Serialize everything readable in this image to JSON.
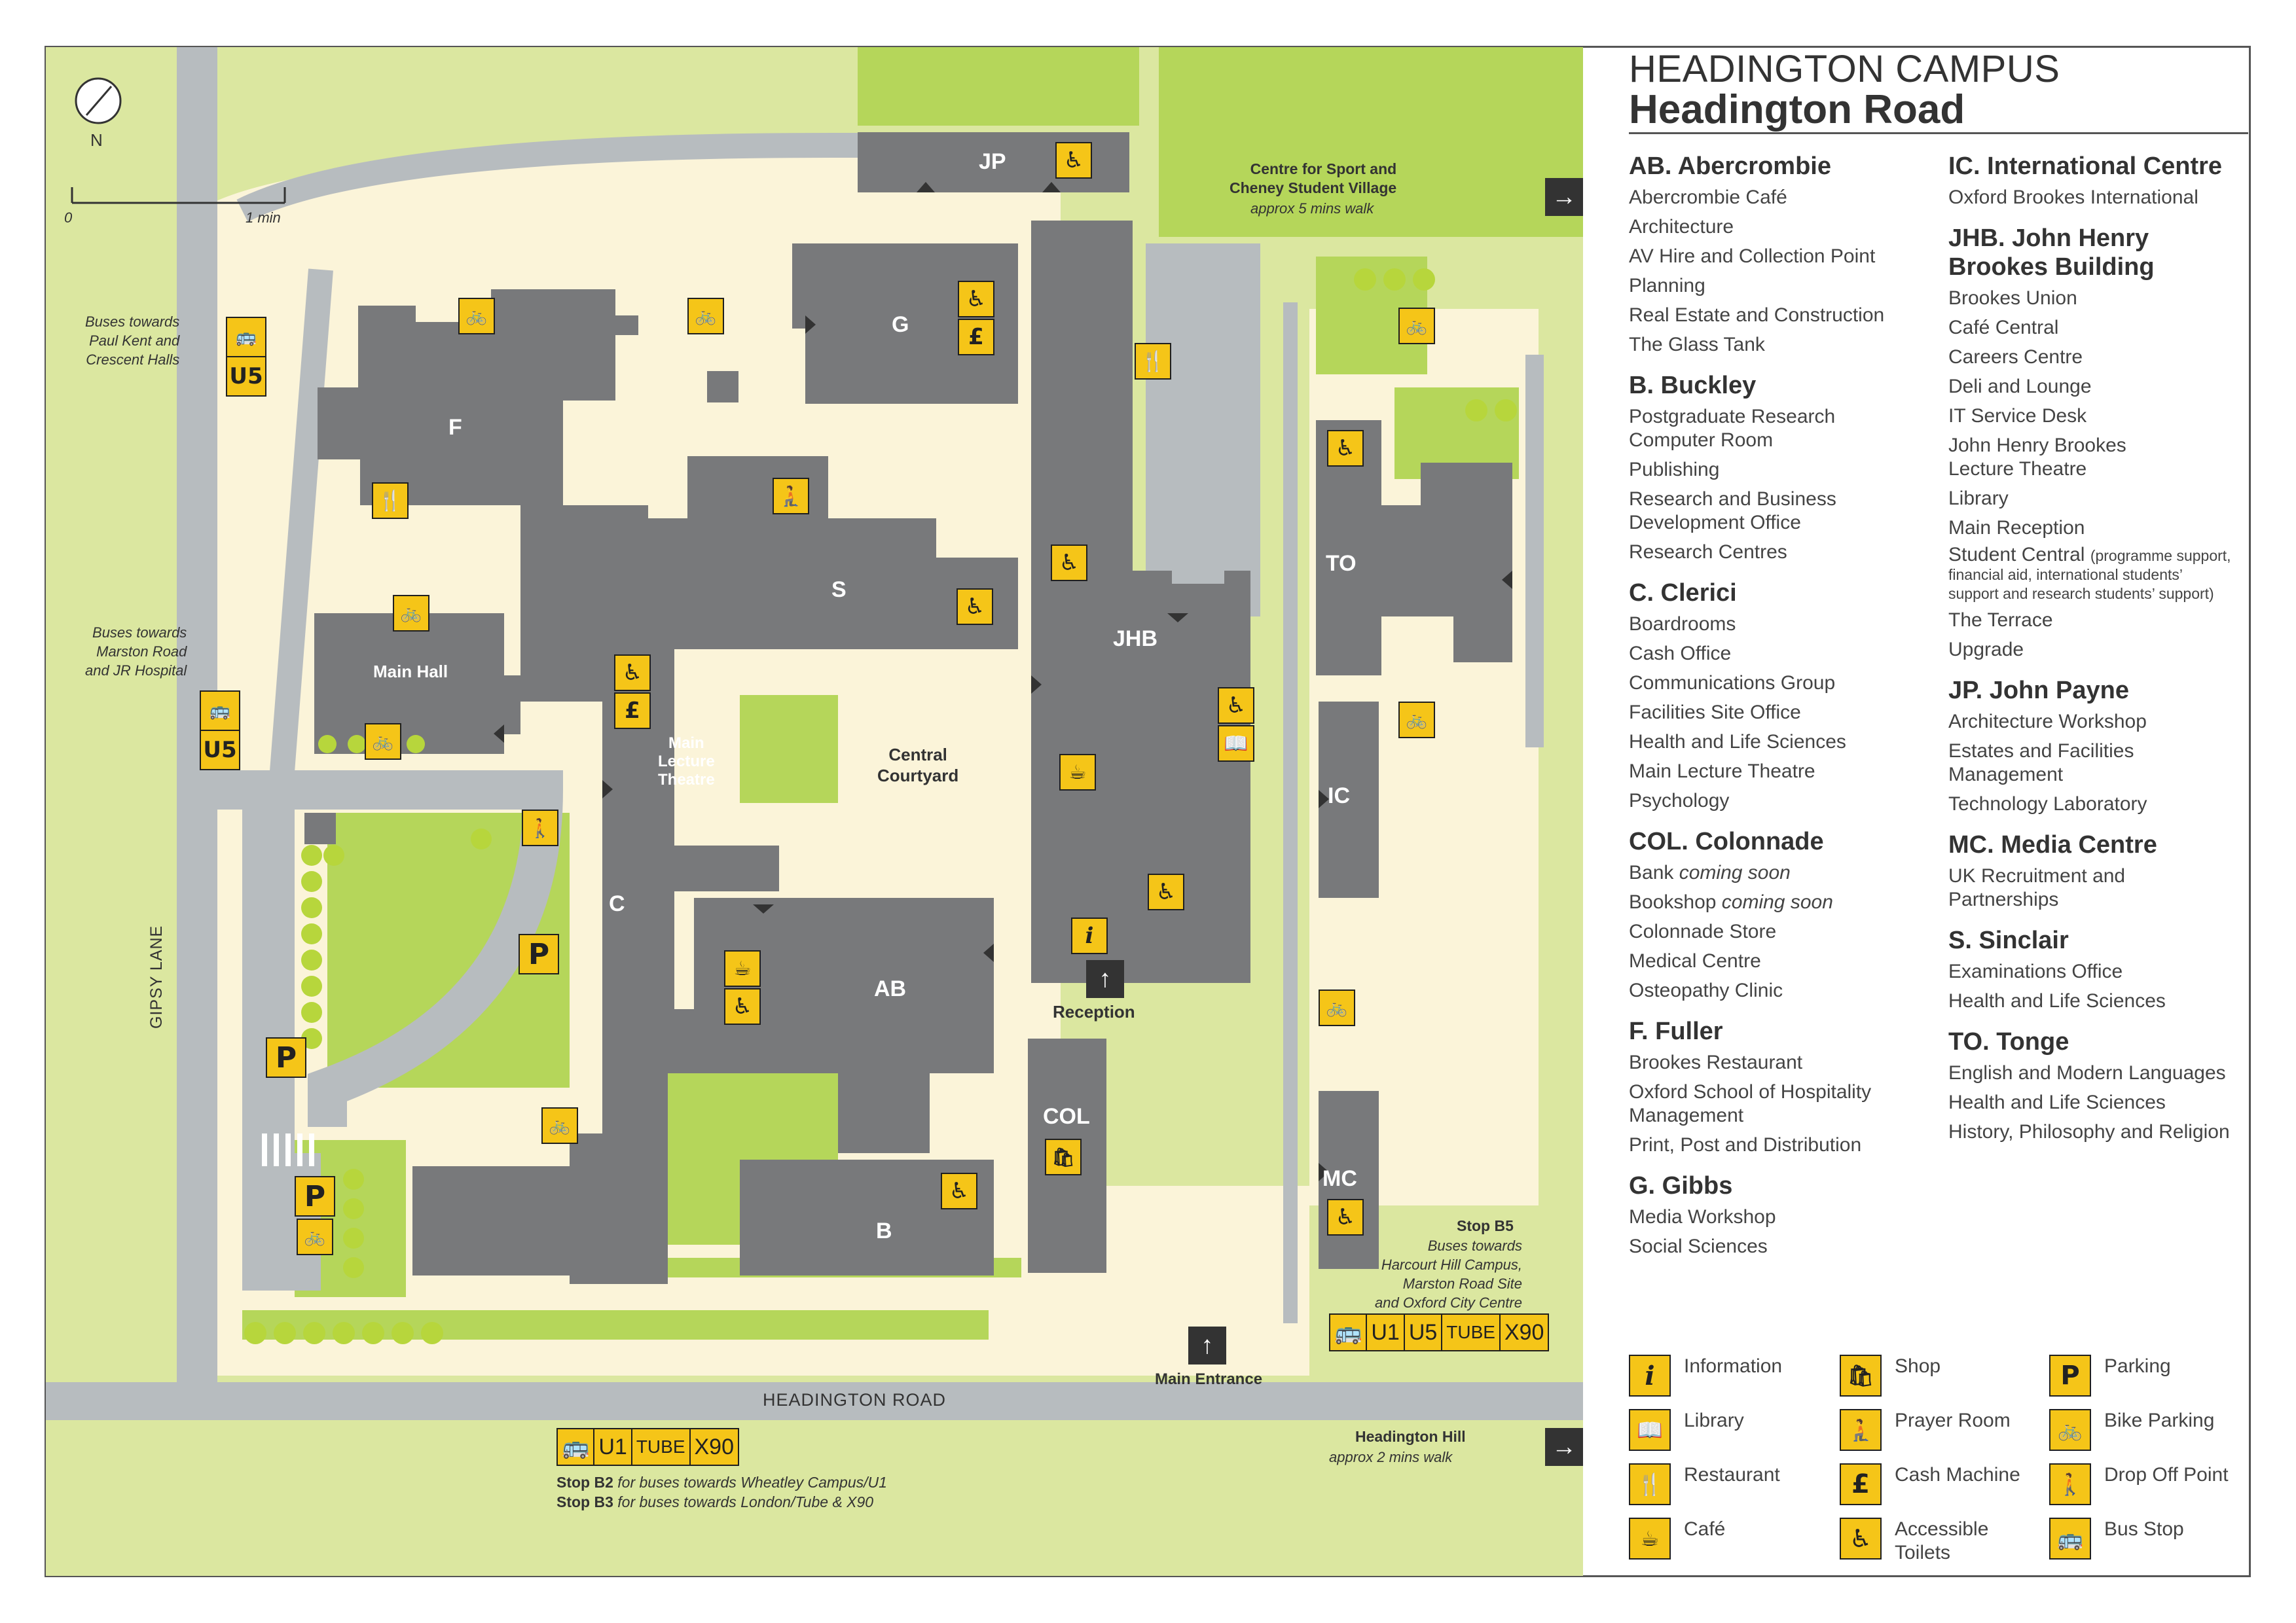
{
  "map": {
    "buildings": {
      "jp": "JP",
      "g": "G",
      "f": "F",
      "s": "S",
      "jhb": "JHB",
      "to": "TO",
      "main_hall": "Main Hall",
      "ic": "IC",
      "c": "C",
      "main_lecture_theatre": "Main\nLecture\nTheatre",
      "ab": "AB",
      "col": "COL",
      "mc": "MC",
      "b": "B"
    },
    "areas": {
      "central_courtyard": "Central\nCourtyard",
      "reception": "Reception",
      "main_entrance": "Main Entrance"
    },
    "roads": {
      "headington_road": "HEADINGTON ROAD",
      "gipsy_lane": "GIPSY LANE"
    },
    "compass": "N",
    "scale": {
      "start": "0",
      "end": "1 min"
    },
    "notes": {
      "sport_title": "Centre for Sport and\nCheney Student Village",
      "sport_walk": "approx 5 mins walk",
      "hill_title": "Headington Hill",
      "hill_walk": "approx 2 mins walk",
      "bus_paul_kent": "Buses towards\nPaul Kent and\nCrescent Halls",
      "bus_marston": "Buses towards\nMarston Road\nand JR Hospital",
      "stop_b5_title": "Stop B5",
      "stop_b5_text": "Buses towards\nHarcourt Hill Campus,\nMarston Road Site\nand Oxford City Centre",
      "stop_b2_title": "Stop B2",
      "stop_b2_text": " for buses towards Wheatley Campus/U1",
      "stop_b3_title": "Stop B3",
      "stop_b3_text": " for buses towards London/Tube & X90"
    },
    "bus_routes": {
      "u5": "U5",
      "b5": [
        "U1",
        "U5",
        "TUBE",
        "X90"
      ],
      "b2b3": [
        "U1",
        "TUBE",
        "X90"
      ]
    },
    "glyphs": {
      "parking": "P",
      "cash": "£",
      "info": "i",
      "arrow_right": "→",
      "arrow_up": "↑"
    }
  },
  "legend": {
    "campus": "HEADINGTON CAMPUS",
    "road": "Headington Road",
    "left": [
      {
        "title": "AB. Abercrombie",
        "items": [
          "Abercrombie Café",
          "Architecture",
          "AV Hire and Collection Point",
          "Planning",
          "Real Estate and Construction",
          "The Glass Tank"
        ]
      },
      {
        "title": "B. Buckley",
        "items": [
          "Postgraduate Research\nComputer Room",
          "Publishing",
          "Research and Business\nDevelopment Office",
          "Research Centres"
        ]
      },
      {
        "title": "C. Clerici",
        "items": [
          "Boardrooms",
          "Cash Office",
          "Communications Group",
          "Facilities Site Office",
          "Health and Life Sciences",
          "Main Lecture Theatre",
          "Psychology"
        ]
      },
      {
        "title": "COL. Colonnade",
        "items": [
          "Bank",
          "Bookshop",
          "Colonnade Store",
          "Medical Centre",
          "Osteopathy Clinic"
        ]
      },
      {
        "title": "F. Fuller",
        "items": [
          "Brookes Restaurant",
          "Oxford School of Hospitality\nManagement",
          "Print, Post and Distribution"
        ]
      },
      {
        "title": "G. Gibbs",
        "items": [
          "Media Workshop",
          "Social Sciences"
        ]
      }
    ],
    "coming_soon": "coming soon",
    "right": [
      {
        "title": "IC. International Centre",
        "items": [
          "Oxford Brookes International"
        ]
      },
      {
        "title": "JHB. John Henry\nBrookes Building",
        "items": [
          "Brookes Union",
          "Café Central",
          "Careers Centre",
          "Deli and Lounge",
          "IT Service Desk",
          "John Henry Brookes\nLecture Theatre",
          "Library",
          "Main Reception",
          "Student Central",
          "The Terrace",
          "Upgrade"
        ]
      },
      {
        "title": "JP. John Payne",
        "items": [
          "Architecture Workshop",
          "Estates and Facilities\nManagement",
          "Technology Laboratory"
        ]
      },
      {
        "title": "MC. Media Centre",
        "items": [
          "UK Recruitment and\nPartnerships"
        ]
      },
      {
        "title": "S. Sinclair",
        "items": [
          "Examinations Office",
          "Health and Life Sciences"
        ]
      },
      {
        "title": "TO. Tonge",
        "items": [
          "English and Modern Languages",
          "Health and Life Sciences",
          "History, Philosophy and Religion"
        ]
      }
    ],
    "student_central_note": "(programme support,\nfinancial aid, international students’\nsupport and research students’ support)",
    "key": [
      {
        "icon": "information-icon",
        "label": "Information"
      },
      {
        "icon": "shop-icon",
        "label": "Shop"
      },
      {
        "icon": "parking-icon",
        "label": "Parking"
      },
      {
        "icon": "library-icon",
        "label": "Library"
      },
      {
        "icon": "prayer-room-icon",
        "label": "Prayer Room"
      },
      {
        "icon": "bike-parking-icon",
        "label": "Bike Parking"
      },
      {
        "icon": "restaurant-icon",
        "label": "Restaurant"
      },
      {
        "icon": "cash-machine-icon",
        "label": "Cash Machine"
      },
      {
        "icon": "drop-off-point-icon",
        "label": "Drop Off Point"
      },
      {
        "icon": "cafe-icon",
        "label": "Café"
      },
      {
        "icon": "accessible-toilets-icon",
        "label": "Accessible\nToilets"
      },
      {
        "icon": "bus-stop-icon",
        "label": "Bus Stop"
      }
    ]
  },
  "colors": {
    "building": "#78797b",
    "path": "#fbf4d9",
    "lawn": "#dbe7a0",
    "bright_lawn": "#b5d65a",
    "road": "#b7bcbf",
    "icon_yellow": "#f5c518",
    "tree": "#b7d63c"
  }
}
